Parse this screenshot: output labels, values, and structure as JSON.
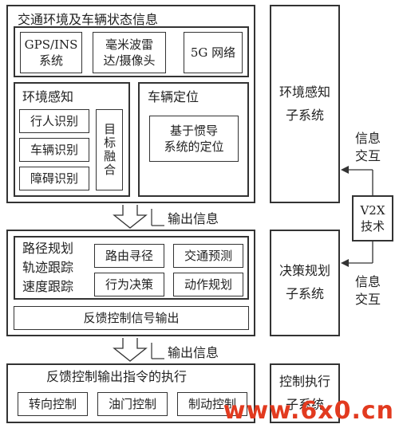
{
  "top_section": {
    "title": "交通环境及车辆状态信息",
    "sensors": [
      "GPS/INS\n系统",
      "毫米波雷\n达/摄像头",
      "5G 网络"
    ],
    "perception": {
      "title": "环境感知",
      "items": [
        "行人识别",
        "车辆识别",
        "障碍识别"
      ],
      "fusion": "目标融合"
    },
    "localization": {
      "title": "车辆定位",
      "method": "基于惯导\n系统的定位"
    }
  },
  "arrow_labels": [
    "输出信息",
    "输出信息"
  ],
  "middle_section": {
    "planning_text": "路径规划\n轨迹跟踪\n速度跟踪",
    "modules": [
      "路由寻径",
      "交通预测",
      "行为决策",
      "动作规划"
    ],
    "feedback_output": "反馈控制信号输出"
  },
  "bottom_section": {
    "title": "反馈控制输出指令的执行",
    "controls": [
      "转向控制",
      "油门控制",
      "制动控制"
    ]
  },
  "subsystems": {
    "env": "环境感知\n子系统",
    "decision": "决策规划\n子系统",
    "control": "控制执行\n子系统"
  },
  "v2x": {
    "label": "V2X\n技术",
    "info_top": "信息\n交互",
    "info_bottom": "信息\n交互"
  },
  "watermark": "www.6x0.cn"
}
